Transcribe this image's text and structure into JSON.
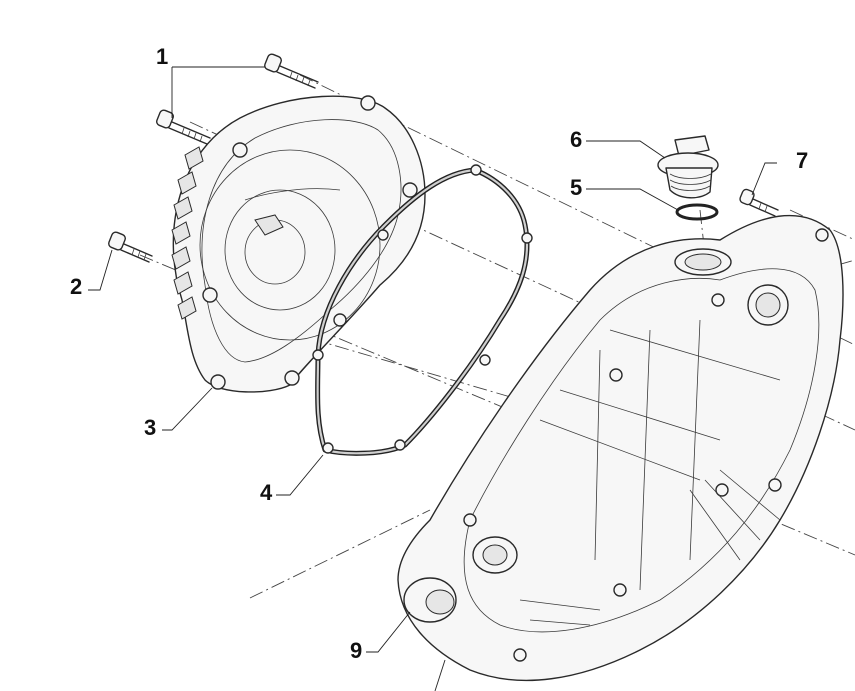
{
  "callouts": {
    "c1": "1",
    "c2": "2",
    "c3": "3",
    "c4": "4",
    "c5": "5",
    "c6": "6",
    "c7": "7",
    "c9": "9"
  },
  "parts": [
    {
      "ref": "1",
      "name": "screw"
    },
    {
      "ref": "2",
      "name": "screw"
    },
    {
      "ref": "3",
      "name": "clutch-cover"
    },
    {
      "ref": "4",
      "name": "gasket"
    },
    {
      "ref": "5",
      "name": "o-ring"
    },
    {
      "ref": "6",
      "name": "oil-filler-plug"
    },
    {
      "ref": "7",
      "name": "screw"
    },
    {
      "ref": "9",
      "name": "crankcase-cover"
    }
  ]
}
